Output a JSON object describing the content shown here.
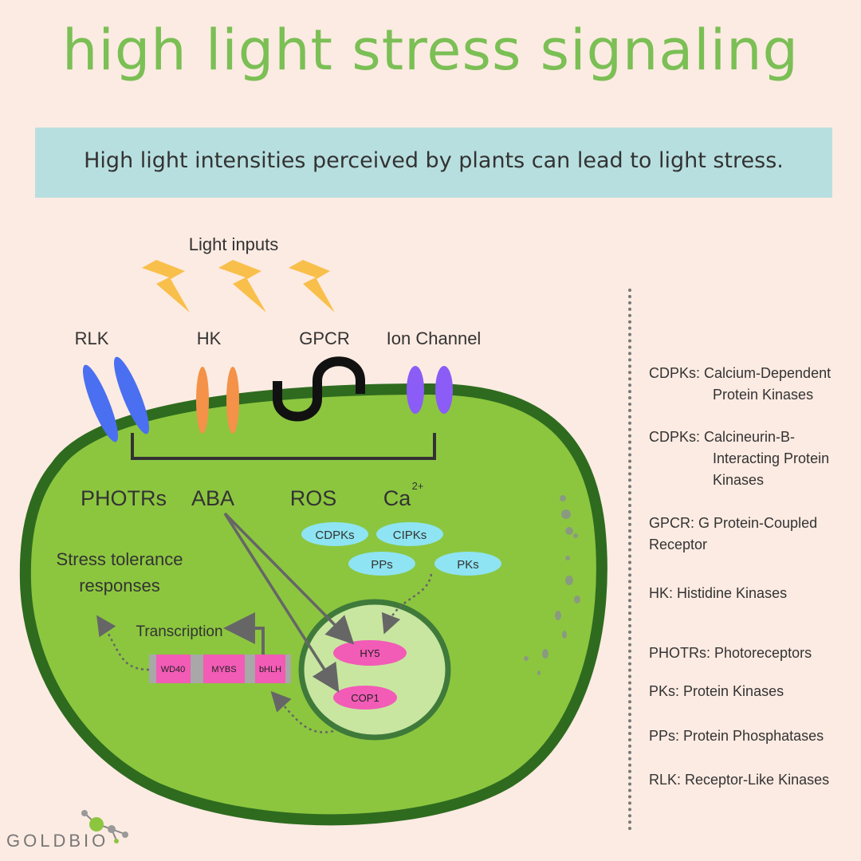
{
  "title": "high light stress signaling",
  "subtitle": "High light intensities perceived by plants can lead to light stress.",
  "light_inputs_label": "Light inputs",
  "receptors": {
    "rlk": "RLK",
    "hk": "HK",
    "gpcr": "GPCR",
    "ion_channel": "Ion Channel"
  },
  "signals": {
    "photrs": "PHOTRs",
    "aba": "ABA",
    "ros": "ROS",
    "ca": "Ca",
    "ca_charge": "2+"
  },
  "kinases": {
    "cdpks": "CDPKs",
    "cipks": "CIPKs",
    "pps": "PPs",
    "pks": "PKs"
  },
  "nucleus": {
    "hy5": "HY5",
    "cop1": "COP1"
  },
  "stress_responses_line1": "Stress tolerance",
  "stress_responses_line2": "responses",
  "transcription_label": "Transcription",
  "gene_domains": {
    "wd40": "WD40",
    "mybs": "MYBS",
    "bhlh": "bHLH"
  },
  "legend": [
    {
      "line1": "CDPKs: Calcium-Dependent",
      "line2": "Protein Kinases"
    },
    {
      "line1": "CDPKs: Calcineurin-B-",
      "line2": "Interacting Protein",
      "line3": "Kinases"
    },
    {
      "line1": "GPCR: G Protein-Coupled",
      "line2": "Receptor"
    },
    {
      "line1": "HK: Histidine Kinases"
    },
    {
      "line1": "PHOTRs: Photoreceptors"
    },
    {
      "line1": "PKs: Protein Kinases"
    },
    {
      "line1": "PPs: Protein Phosphatases"
    },
    {
      "line1": "RLK: Receptor-Like Kinases"
    }
  ],
  "logo": "GOLDBIO",
  "colors": {
    "title": "#7bbf55",
    "cell": "#8cc63f",
    "cell_wall": "#2e6b1f",
    "nucleus": "#c8e6a0",
    "lightning": "#f9bf4b",
    "rlk": "#4a6ff0",
    "hk": "#f39248",
    "ion_channel": "#8b5cf6",
    "kinase_oval": "#8ee4f2",
    "pink": "#f25bb6"
  }
}
